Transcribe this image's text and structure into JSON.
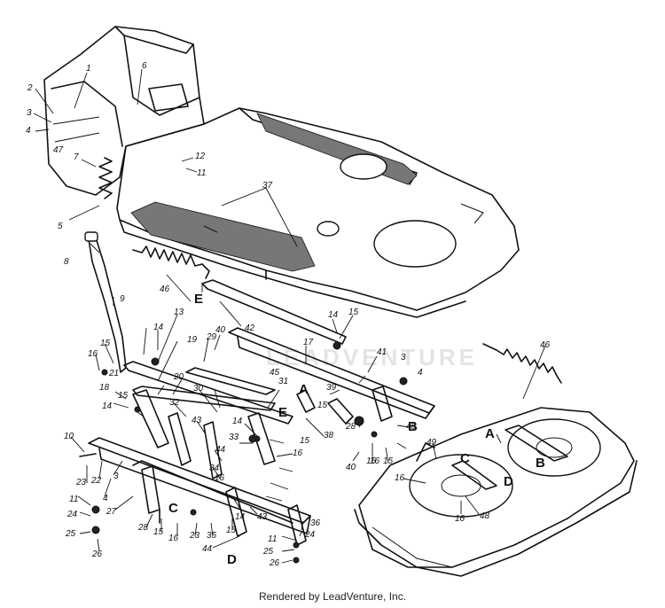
{
  "footer": "Rendered by LeadVenture, Inc.",
  "watermark": "LEADVENTURE",
  "part_numbers": [
    "1",
    "2",
    "3",
    "4",
    "47",
    "6",
    "7",
    "5",
    "12",
    "11",
    "37",
    "8",
    "46",
    "9",
    "42",
    "14",
    "15",
    "17",
    "13",
    "29",
    "40",
    "41",
    "3",
    "4",
    "15",
    "14",
    "16",
    "19",
    "45",
    "A",
    "39",
    "18",
    "21",
    "20",
    "30",
    "31",
    "E",
    "14",
    "15",
    "32",
    "43",
    "44",
    "14",
    "33",
    "15",
    "16",
    "38",
    "28",
    "40",
    "16",
    "15",
    "B",
    "45",
    "10",
    "23",
    "22",
    "3",
    "4",
    "34",
    "16",
    "11",
    "27",
    "24",
    "25",
    "26",
    "28",
    "15",
    "16",
    "C",
    "23",
    "35",
    "15",
    "14",
    "43",
    "44",
    "D",
    "36",
    "11",
    "24",
    "25",
    "26",
    "15",
    "16",
    "46",
    "A",
    "49",
    "C",
    "B",
    "16",
    "D",
    "16",
    "48",
    "E"
  ],
  "letters": [
    "E",
    "A",
    "E",
    "B",
    "C",
    "D",
    "A",
    "C",
    "B",
    "D"
  ]
}
